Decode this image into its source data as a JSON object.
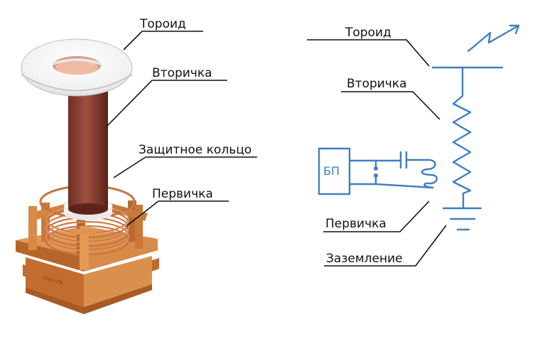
{
  "left_diagram": {
    "labels": {
      "toroid": "Тороид",
      "secondary": "Вторичка",
      "guard_ring": "Защитное кольцо",
      "primary": "Первичка"
    }
  },
  "right_schematic": {
    "labels": {
      "toroid": "Тороид",
      "secondary": "Вторичка",
      "primary": "Первичка",
      "ground": "Заземление"
    },
    "power_supply": "БП"
  },
  "colors": {
    "schematic_blue": "#3f7fc4",
    "wood": "#d98a45",
    "copper": "#c8743f",
    "secondary_tube": "#8a3f33"
  }
}
